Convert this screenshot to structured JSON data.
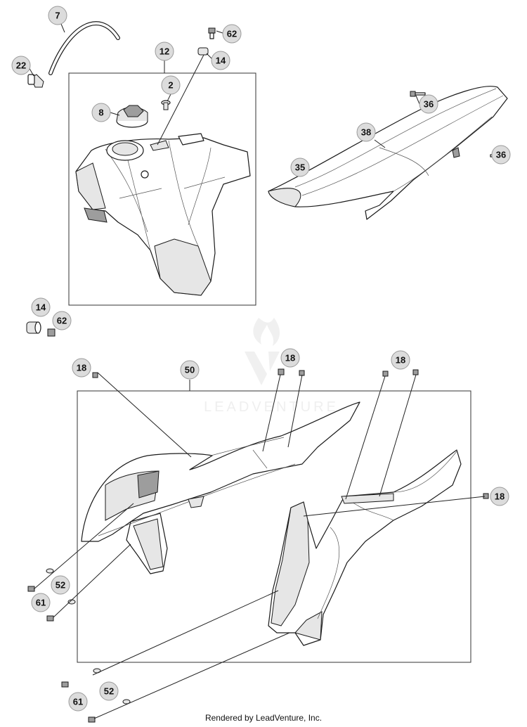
{
  "callouts": [
    {
      "id": "c7",
      "label": "7"
    },
    {
      "id": "c22",
      "label": "22"
    },
    {
      "id": "c62a",
      "label": "62"
    },
    {
      "id": "c14a",
      "label": "14"
    },
    {
      "id": "c12",
      "label": "12"
    },
    {
      "id": "c2",
      "label": "2"
    },
    {
      "id": "c8",
      "label": "8"
    },
    {
      "id": "c36a",
      "label": "36"
    },
    {
      "id": "c38",
      "label": "38"
    },
    {
      "id": "c36b",
      "label": "36"
    },
    {
      "id": "c35",
      "label": "35"
    },
    {
      "id": "c14b",
      "label": "14"
    },
    {
      "id": "c62b",
      "label": "62"
    },
    {
      "id": "c18a",
      "label": "18"
    },
    {
      "id": "c50",
      "label": "50"
    },
    {
      "id": "c18b",
      "label": "18"
    },
    {
      "id": "c18c",
      "label": "18"
    },
    {
      "id": "c18d",
      "label": "18"
    },
    {
      "id": "c52a",
      "label": "52"
    },
    {
      "id": "c61a",
      "label": "61"
    },
    {
      "id": "c52b",
      "label": "52"
    },
    {
      "id": "c61b",
      "label": "61"
    }
  ],
  "watermark": "LEADVENTURE",
  "footer_text": "Rendered by LeadVenture, Inc.",
  "colors": {
    "callout_fill": "#dcdcdc",
    "line": "#1a1a1a",
    "watermark": "#e2e2e2"
  }
}
